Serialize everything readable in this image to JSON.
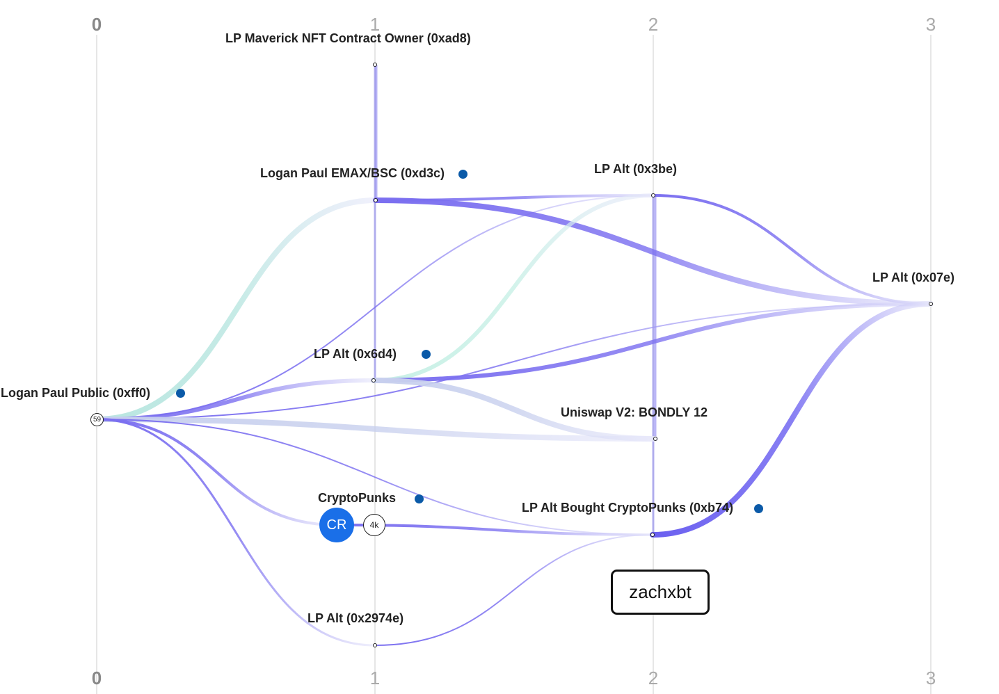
{
  "axis": {
    "columns": [
      "0",
      "1",
      "2",
      "3"
    ]
  },
  "nodes": [
    {
      "id": "ff0",
      "label": "Logan Paul Public (0xff0)",
      "column": 0,
      "badge": "59"
    },
    {
      "id": "ad8",
      "label": "LP Maverick NFT Contract Owner (0xad8)",
      "column": 1
    },
    {
      "id": "d3c",
      "label": "Logan Paul EMAX/BSC (0xd3c)",
      "column": 1
    },
    {
      "id": "6d4",
      "label": "LP Alt (0x6d4)",
      "column": 1
    },
    {
      "id": "punks",
      "label": "CryptoPunks",
      "column": 1,
      "avatar": "CR",
      "badge": "4k"
    },
    {
      "id": "2974e",
      "label": "LP Alt (0x2974e)",
      "column": 1
    },
    {
      "id": "3be",
      "label": "LP Alt (0x3be)",
      "column": 2
    },
    {
      "id": "bondly",
      "label": "Uniswap V2: BONDLY 12",
      "column": 2
    },
    {
      "id": "b74",
      "label": "LP Alt Bought CryptoPunks (0xb74)",
      "column": 2
    },
    {
      "id": "07e",
      "label": "LP Alt (0x07e)",
      "column": 3
    }
  ],
  "edges": [
    {
      "from": "ff0",
      "to": "d3c",
      "weight": 4,
      "color": "#b8e6e0"
    },
    {
      "from": "ff0",
      "to": "6d4",
      "weight": 3,
      "color": "#7b6ff0"
    },
    {
      "from": "ff0",
      "to": "3be",
      "weight": 1,
      "color": "#7b6ff0"
    },
    {
      "from": "ff0",
      "to": "07e",
      "weight": 1,
      "color": "#7b6ff0"
    },
    {
      "from": "ff0",
      "to": "bondly",
      "weight": 4,
      "color": "#c8d0ee"
    },
    {
      "from": "ff0",
      "to": "b74",
      "weight": 1,
      "color": "#7b6ff0"
    },
    {
      "from": "ff0",
      "to": "punks",
      "weight": 2,
      "color": "#7b6ff0"
    },
    {
      "from": "ff0",
      "to": "2974e",
      "weight": 1.5,
      "color": "#7b6ff0"
    },
    {
      "from": "d3c",
      "to": "3be",
      "weight": 2,
      "color": "#7b6ff0"
    },
    {
      "from": "d3c",
      "to": "07e",
      "weight": 4,
      "color": "#7b6ff0"
    },
    {
      "from": "6d4",
      "to": "3be",
      "weight": 3,
      "color": "#c8f0e6"
    },
    {
      "from": "6d4",
      "to": "07e",
      "weight": 3,
      "color": "#7b6ff0"
    },
    {
      "from": "6d4",
      "to": "bondly",
      "weight": 4,
      "color": "#c8d0ee"
    },
    {
      "from": "3be",
      "to": "07e",
      "weight": 2,
      "color": "#7b6ff0"
    },
    {
      "from": "punks",
      "to": "b74",
      "weight": 2,
      "color": "#7b6ff0"
    },
    {
      "from": "2974e",
      "to": "b74",
      "weight": 1,
      "color": "#7b6ff0"
    },
    {
      "from": "b74",
      "to": "07e",
      "weight": 4,
      "color": "#6a5ff0"
    }
  ],
  "watermark": "zachxbt",
  "colors": {
    "flow": "#7b6ff0",
    "dot": "#0b5aa8",
    "avatar": "#1a6fe8"
  }
}
